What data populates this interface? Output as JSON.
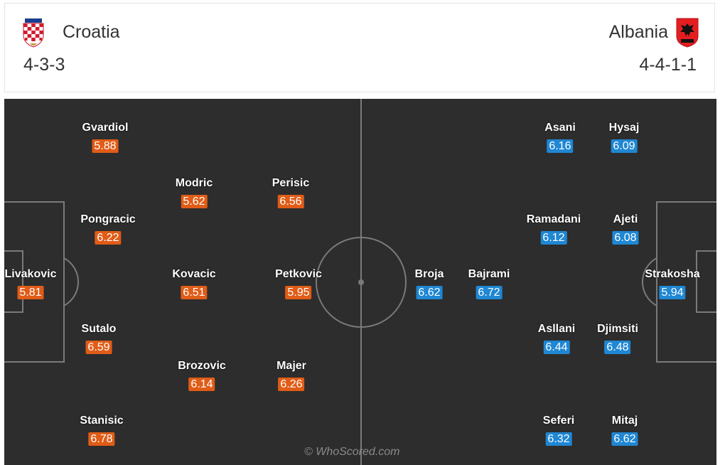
{
  "home": {
    "name": "Croatia",
    "formation": "4-3-3",
    "color": "#e05c17"
  },
  "away": {
    "name": "Albania",
    "formation": "4-4-1-1",
    "color": "#1f87d3"
  },
  "pitch_color": "#2d2d2d",
  "watermark": "© WhoScored.com",
  "home_players": [
    {
      "name": "Gvardiol",
      "rating": "5.88"
    },
    {
      "name": "Modric",
      "rating": "5.62"
    },
    {
      "name": "Perisic",
      "rating": "6.56"
    },
    {
      "name": "Pongracic",
      "rating": "6.22"
    },
    {
      "name": "Livakovic",
      "rating": "5.81"
    },
    {
      "name": "Kovacic",
      "rating": "6.51"
    },
    {
      "name": "Petkovic",
      "rating": "5.95"
    },
    {
      "name": "Sutalo",
      "rating": "6.59"
    },
    {
      "name": "Brozovic",
      "rating": "6.14"
    },
    {
      "name": "Majer",
      "rating": "6.26"
    },
    {
      "name": "Stanisic",
      "rating": "6.78"
    }
  ],
  "away_players": [
    {
      "name": "Asani",
      "rating": "6.16"
    },
    {
      "name": "Hysaj",
      "rating": "6.09"
    },
    {
      "name": "Ramadani",
      "rating": "6.12"
    },
    {
      "name": "Ajeti",
      "rating": "6.08"
    },
    {
      "name": "Broja",
      "rating": "6.62"
    },
    {
      "name": "Bajrami",
      "rating": "6.72"
    },
    {
      "name": "Strakosha",
      "rating": "5.94"
    },
    {
      "name": "Asllani",
      "rating": "6.44"
    },
    {
      "name": "Djimsiti",
      "rating": "6.48"
    },
    {
      "name": "Seferi",
      "rating": "6.32"
    },
    {
      "name": "Mitaj",
      "rating": "6.62"
    }
  ]
}
